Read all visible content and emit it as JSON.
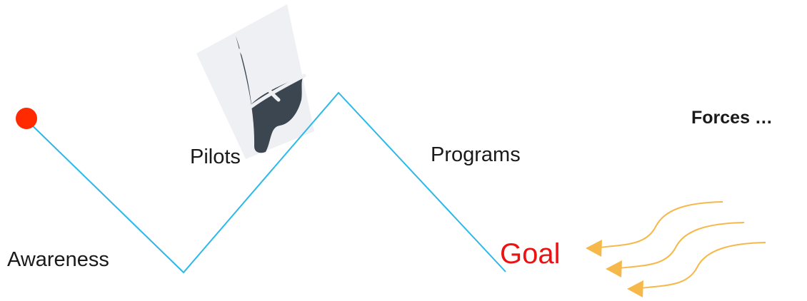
{
  "labels": {
    "awareness": "Awareness",
    "pilots": "Pilots",
    "programs": "Programs",
    "goal": "Goal",
    "forces": "Forces …"
  },
  "icons": {
    "start": "start-dot-icon",
    "sailboat": "sailboat-icon",
    "forces": "wind-arrow-icon"
  },
  "colors": {
    "path": "#2bb8ea",
    "start_dot": "#ff2a00",
    "goal_text": "#ee1111",
    "force_arrows": "#f7b84a",
    "sailboat": "#3b4650",
    "sailboat_bg": "#eef0f3"
  }
}
